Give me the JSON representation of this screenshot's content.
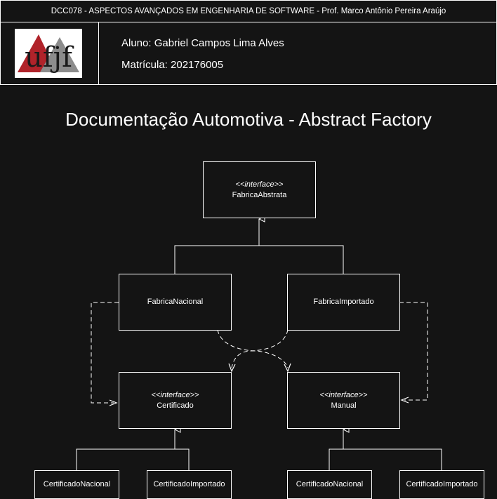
{
  "header": {
    "course": "DCC078 - ASPECTOS AVANÇADOS EM ENGENHARIA DE SOFTWARE - Prof. Marco Antônio Pereira Araújo",
    "logo_text": "ufjf",
    "student_label": "Aluno: Gabriel Campos Lima Alves",
    "matricula_label": "Matrícula: 202176005"
  },
  "title": "Documentação Automotiva - Abstract Factory",
  "diagram": {
    "nodes": {
      "fabrica_abstrata": {
        "stereotype": "<<interface>>",
        "name": "FabricaAbstrata"
      },
      "fabrica_nacional": {
        "name": "FabricaNacional"
      },
      "fabrica_importado": {
        "name": "FabricaImportado"
      },
      "certificado": {
        "stereotype": "<<interface>>",
        "name": "Certificado"
      },
      "manual": {
        "stereotype": "<<interface>>",
        "name": "Manual"
      },
      "certificado_nacional_1": {
        "name": "CertificadoNacional"
      },
      "certificado_importado_1": {
        "name": "CertificadoImportado"
      },
      "certificado_nacional_2": {
        "name": "CertificadoNacional"
      },
      "certificado_importado_2": {
        "name": "CertificadoImportado"
      }
    },
    "edges": [
      {
        "from": "FabricaNacional",
        "to": "FabricaAbstrata",
        "type": "realization"
      },
      {
        "from": "FabricaImportado",
        "to": "FabricaAbstrata",
        "type": "realization"
      },
      {
        "from": "FabricaNacional",
        "to": "Certificado",
        "type": "dependency"
      },
      {
        "from": "FabricaNacional",
        "to": "Manual",
        "type": "dependency"
      },
      {
        "from": "FabricaImportado",
        "to": "Certificado",
        "type": "dependency"
      },
      {
        "from": "FabricaImportado",
        "to": "Manual",
        "type": "dependency"
      },
      {
        "from": "CertificadoNacional",
        "to": "Certificado",
        "type": "realization"
      },
      {
        "from": "CertificadoImportado",
        "to": "Certificado",
        "type": "realization"
      },
      {
        "from": "CertificadoNacional",
        "to": "Manual",
        "type": "realization"
      },
      {
        "from": "CertificadoImportado",
        "to": "Manual",
        "type": "realization"
      }
    ]
  }
}
